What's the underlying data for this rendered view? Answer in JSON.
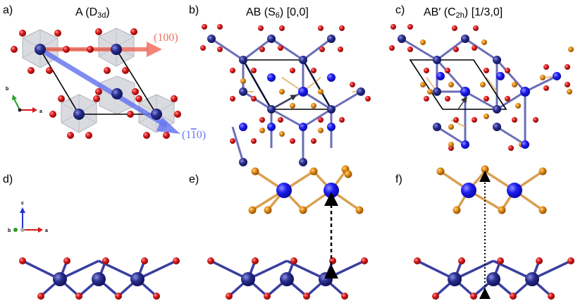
{
  "panels": [
    {
      "id": "a",
      "label": "a)",
      "title_main": "A (D",
      "title_sub": "3d",
      "title_tail": ")"
    },
    {
      "id": "b",
      "label": "b)",
      "title_main": "AB (S",
      "title_sub": "6",
      "title_tail": ") [0,0]"
    },
    {
      "id": "c",
      "label": "c)",
      "title_main": "AB′ (C",
      "title_sub": "2h",
      "title_tail": ") [1/3,0]"
    },
    {
      "id": "d",
      "label": "d)"
    },
    {
      "id": "e",
      "label": "e)"
    },
    {
      "id": "f",
      "label": "f)"
    }
  ],
  "directions": {
    "dir_100": {
      "text": "(100)",
      "color": "#f07060"
    },
    "dir_1m10_pre": "(1",
    "dir_1m10_bar": "1",
    "dir_1m10_post": "0)",
    "dir_1m10_color": "#6a78f0"
  },
  "axes_top": {
    "b": "b",
    "a": "a"
  },
  "axes_bottom": {
    "c": "c",
    "b": "b",
    "a": "a"
  },
  "colors": {
    "metal_layer1": "#2a2f8e",
    "metal_layer2": "#1d1df0",
    "oxygen_layer1": "#d81818",
    "anion_layer2": "#e08a10",
    "cell_line": "#000000"
  }
}
